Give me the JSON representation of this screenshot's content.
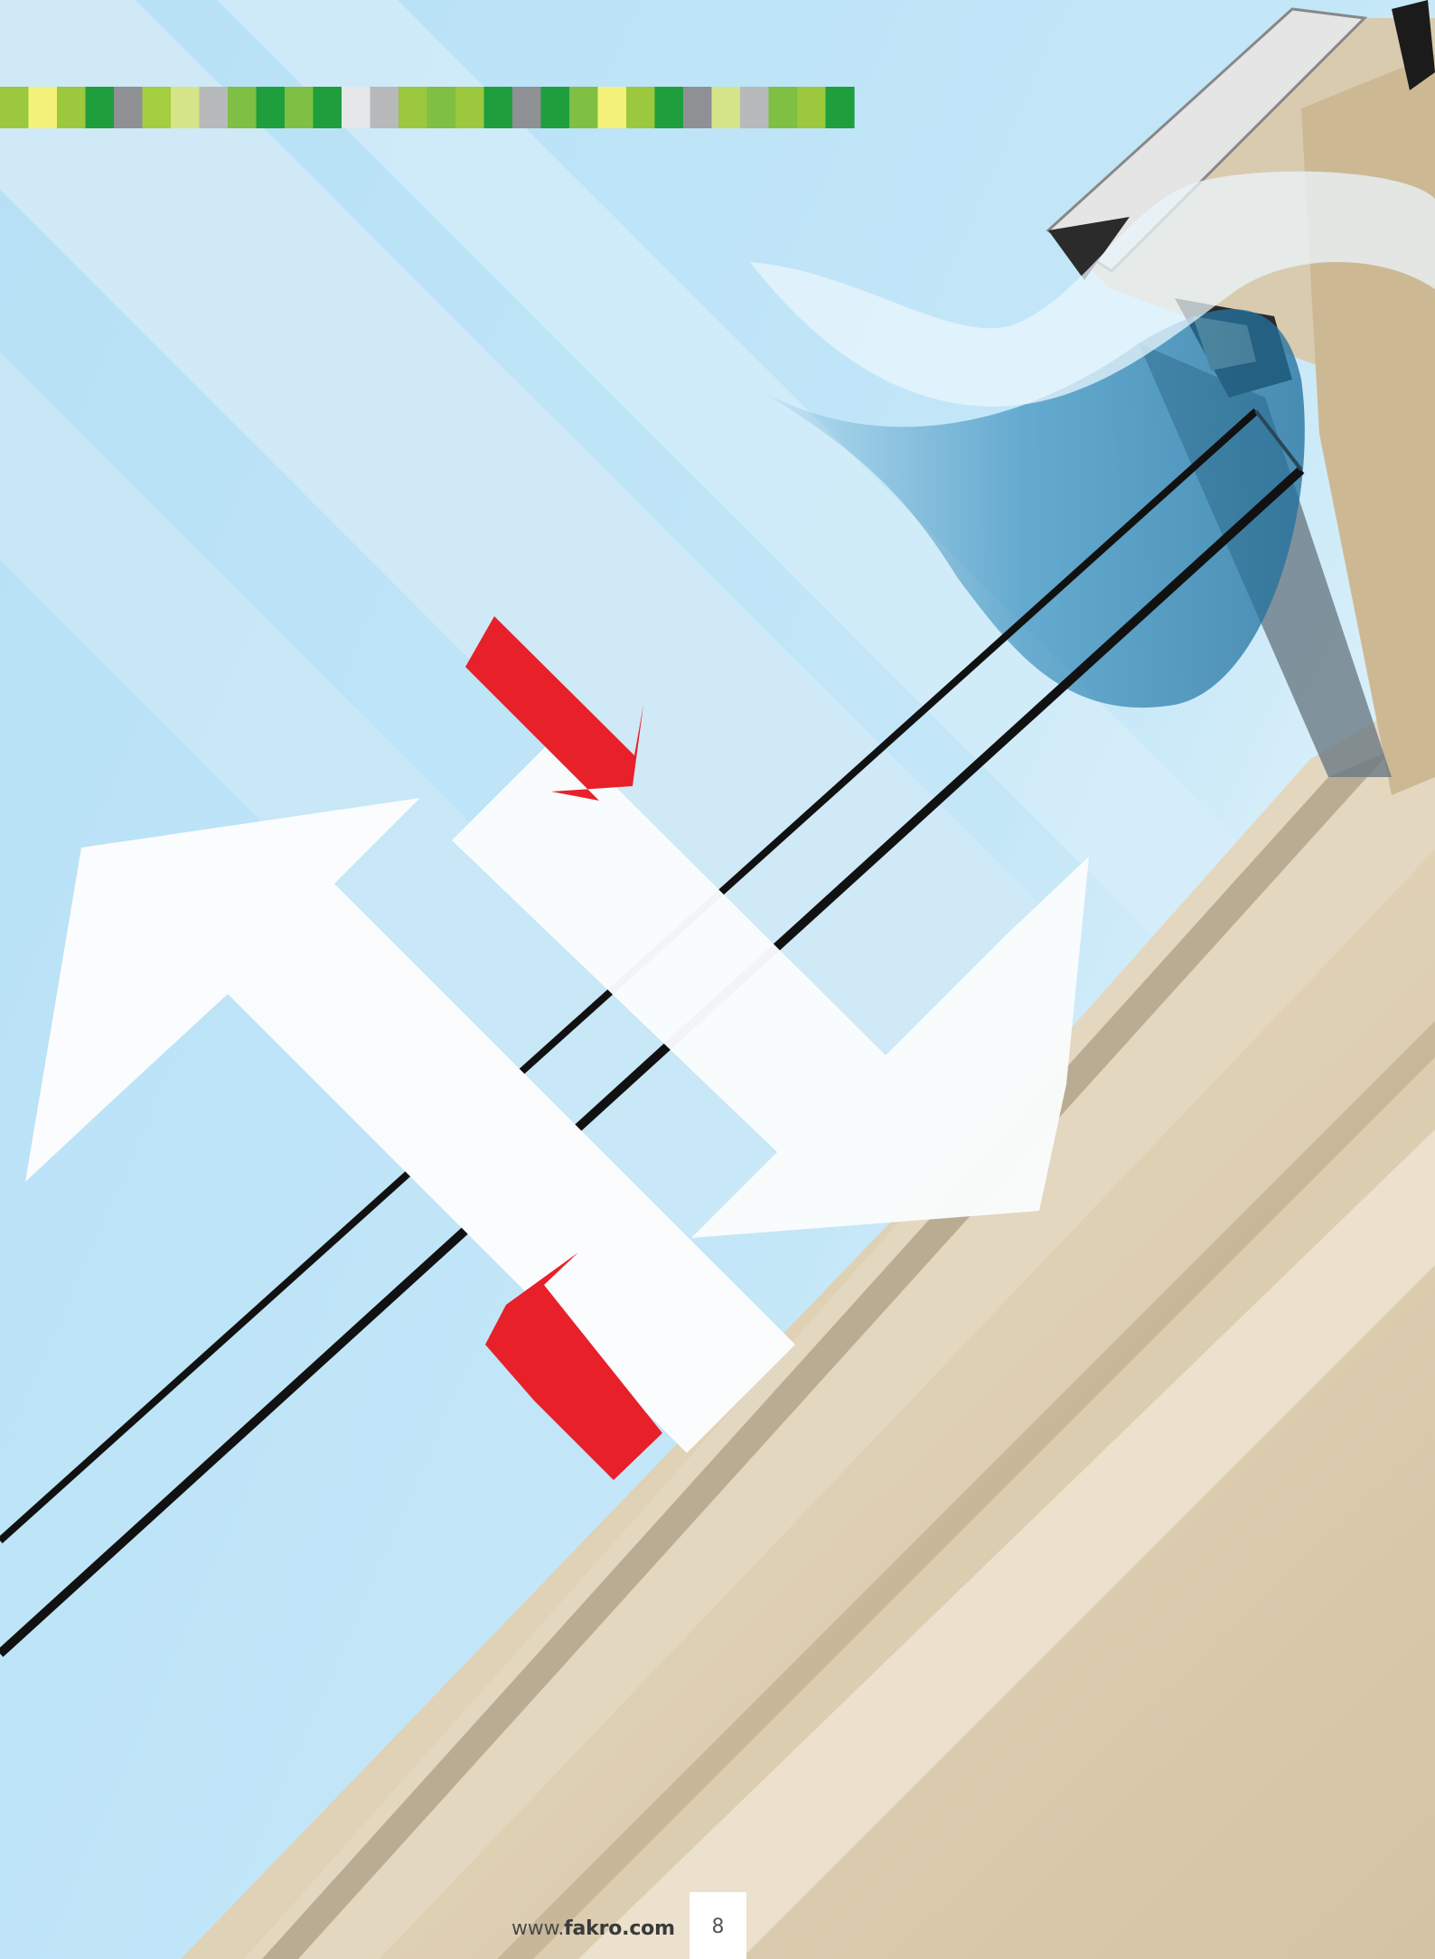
{
  "footer": {
    "url_prefix": "www.",
    "url_domain": "fakro.com",
    "page_number": "8"
  },
  "colors": {
    "sky": "#b9e2f7",
    "band": "#d2ebf7",
    "wood": "#d8c7a9",
    "red_arrow": "#e8202a",
    "white_arrow": "#fafcfd",
    "glass_line": "#111111"
  },
  "color_strip": [
    "#9bc83c",
    "#f4f27a",
    "#9bc83c",
    "#1f9e3d",
    "#8e9094",
    "#a4cd3f",
    "#d6e48a",
    "#b7b9bb",
    "#7fbf43",
    "#1f9e3d",
    "#7fbf43",
    "#1f9e3d",
    "#e6e7e8",
    "#b7b9bb",
    "#9bc83c",
    "#7fbf43",
    "#9bc83c",
    "#1f9e3d",
    "#8e9094",
    "#1f9e3d",
    "#7fbf43",
    "#f4f27a",
    "#9bc83c",
    "#1f9e3d",
    "#8e9094",
    "#d6e48a",
    "#b7b9bb",
    "#7fbf43",
    "#9bc83c",
    "#1f9e3d"
  ],
  "icons": [
    "heat-flow-white-arrow-icon",
    "heat-flow-white-arrow-icon",
    "pressure-red-arrow-icon",
    "pressure-red-arrow-icon"
  ]
}
